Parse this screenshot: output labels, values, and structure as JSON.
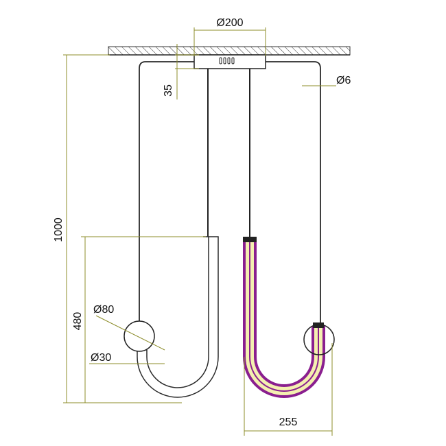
{
  "labels": {
    "canopy_diameter": "Ø200",
    "canopy_height": "35",
    "wire_diameter": "Ø6",
    "total_height": "1000",
    "lamp_height": "480",
    "ball_diameter": "Ø80",
    "tube_diameter": "Ø30",
    "lamp_width": "255"
  },
  "colors": {
    "dimension": "#8c8c2a",
    "outline": "#2a2a2a",
    "led_outer": "#8a1f8f",
    "led_inner": "#f4f0b0"
  }
}
